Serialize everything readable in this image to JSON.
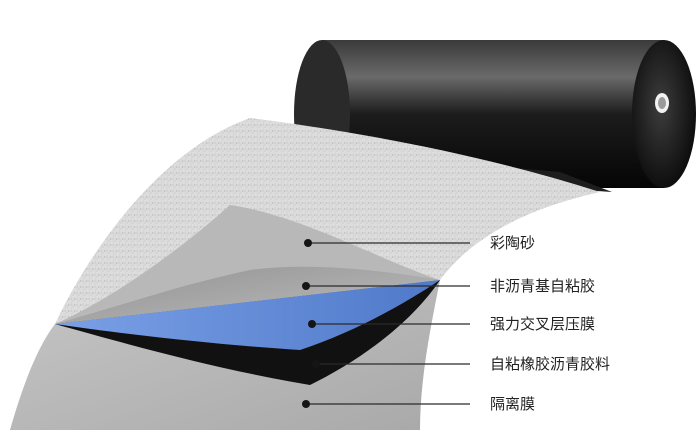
{
  "layers": [
    {
      "label": "彩陶砂"
    },
    {
      "label": "非沥青基自粘胶"
    },
    {
      "label": "强力交叉层压膜"
    },
    {
      "label": "自粘橡胶沥青胶料"
    },
    {
      "label": "隔离膜"
    }
  ],
  "colors": {
    "roll": "#141414",
    "sand": "#d9d9d9",
    "adhesive": "#a7a7a7",
    "film": "#5d86d6",
    "asphalt": "#101010",
    "release": "#b5b5b5"
  }
}
